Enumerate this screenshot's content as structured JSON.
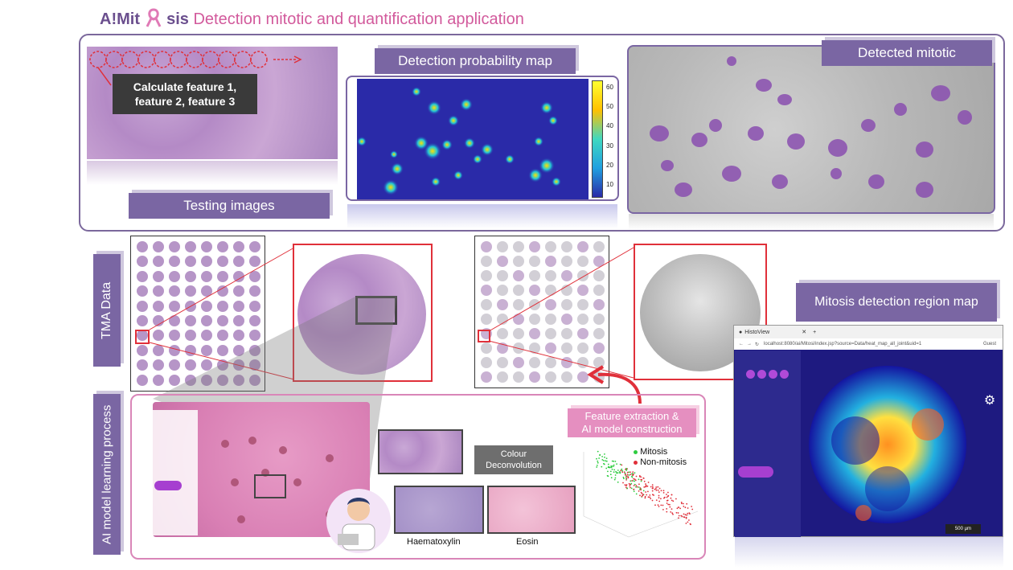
{
  "header": {
    "brand": "A!Mit",
    "brand_icon": "ribbon-icon",
    "brand_suffix": "sis",
    "subtitle": "Detection mitotic and quantification application"
  },
  "testing": {
    "callout": "Calculate feature 1,\nfeature 2, feature 3",
    "tag": "Testing images"
  },
  "probability": {
    "tag": "Detection probability map",
    "colorbar_ticks": [
      "60",
      "50",
      "40",
      "30",
      "20",
      "10"
    ]
  },
  "detected": {
    "tag": "Detected mitotic"
  },
  "tma": {
    "tag": "TMA Data"
  },
  "region_map": {
    "tag": "Mitosis detection region map",
    "browser_tab": "HistoView",
    "url": "localhost:8080/ai/Mitosi/index.jsp?source=Data/heat_map_all_joint&uid=1",
    "profile": "Guest",
    "scale": "500 µm"
  },
  "learning": {
    "tag": "AI model learning process",
    "colour_box": "Colour\nDeconvolution",
    "feature_tag": "Feature extraction &\nAI model construction",
    "haematoxylin": "Haematoxylin",
    "eosin": "Eosin",
    "legend": [
      {
        "name": "Mitosis",
        "color": "#2ecc40"
      },
      {
        "name": "Non-mitosis",
        "color": "#e0303a"
      }
    ]
  }
}
